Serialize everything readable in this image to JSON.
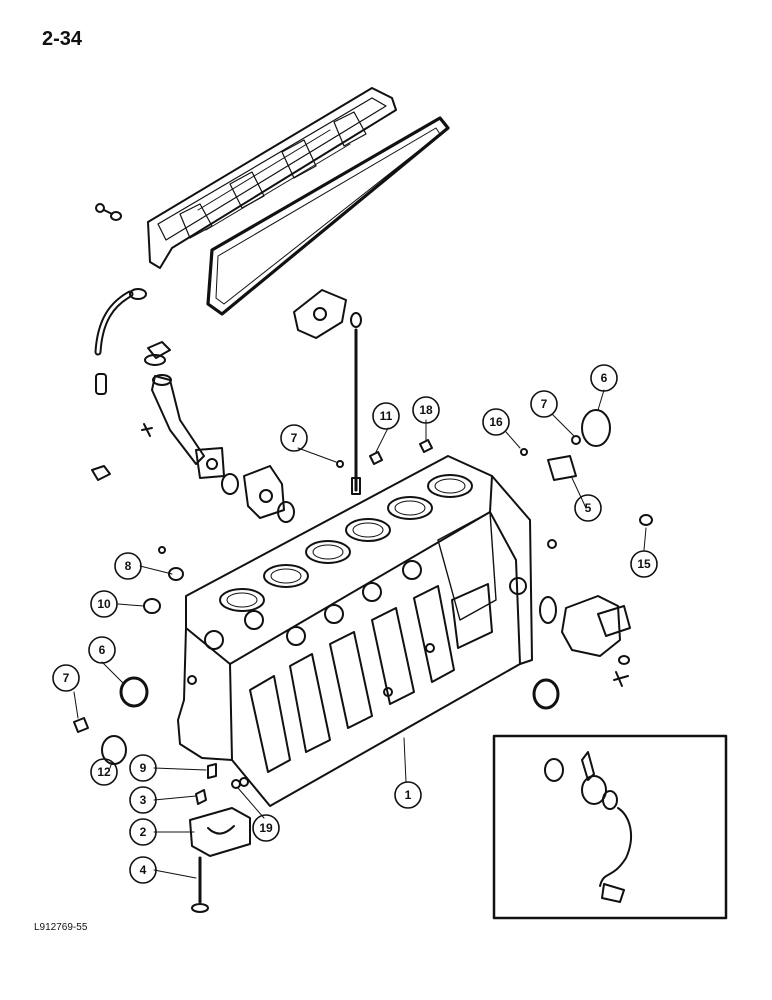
{
  "page": {
    "number": "2-34",
    "figure_code": "L912769-55"
  },
  "callouts": {
    "c1": "1",
    "c2": "2",
    "c3": "3",
    "c4": "4",
    "c5": "5",
    "c6a": "6",
    "c6b": "6",
    "c7a": "7",
    "c7b": "7",
    "c7c": "7",
    "c8": "8",
    "c9": "9",
    "c10": "10",
    "c11": "11",
    "c12": "12",
    "c15": "15",
    "c16": "16",
    "c18": "18",
    "c19": "19"
  }
}
